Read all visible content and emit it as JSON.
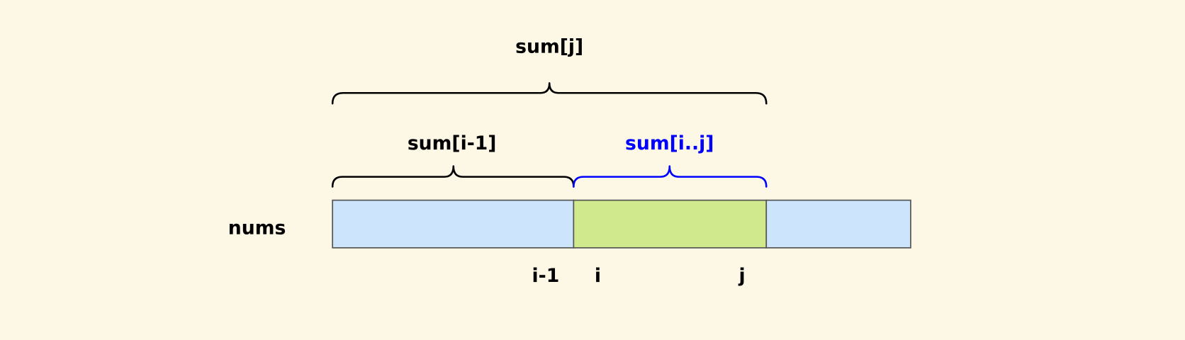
{
  "labels": {
    "sum_j": "sum[j]",
    "sum_i_minus_1": "sum[i-1]",
    "sum_i_j": "sum[i..j]",
    "array_name": "nums",
    "index_i_minus_1": "i-1",
    "index_i": "i",
    "index_j": "j"
  },
  "colors": {
    "background": "#fdf7e6",
    "prefix_segment": "#cce4fc",
    "range_segment": "#d0e98c",
    "suffix_segment": "#cce4fc",
    "highlight": "#0000ff",
    "text": "#000000"
  }
}
